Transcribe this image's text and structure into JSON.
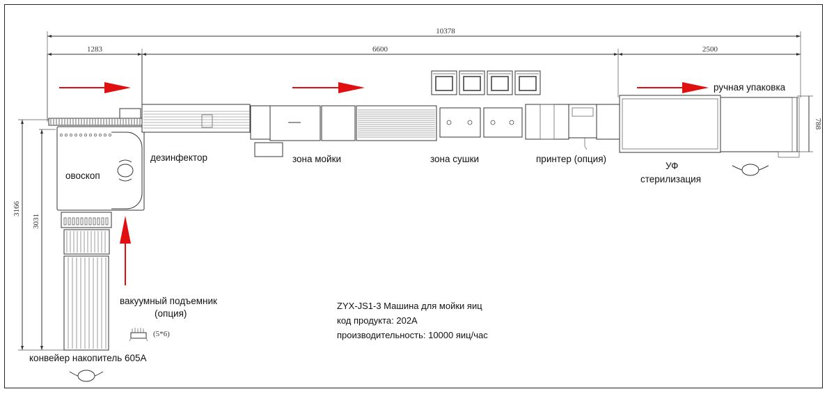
{
  "dimensions": {
    "total_length": "10378",
    "seg_accumulator": "1283",
    "seg_main": "6600",
    "seg_uv": "2500",
    "uv_width": "788",
    "height_total": "3166",
    "height_inner": "3031"
  },
  "labels": {
    "disinfector": "дезинфектор",
    "washing_zone": "зона мойки",
    "drying_zone": "зона сушки",
    "printer": "принтер (опция)",
    "uv_line1": "УФ",
    "uv_line2": "стерилизация",
    "manual_packing": "ручная упаковка",
    "ovoscope": "овоскоп",
    "vacuum_line1": "вакуумный подъемник",
    "vacuum_line2": "(опция)",
    "vacuum_grid": "(5*6)",
    "conveyor": "конвейер накопитель 605А"
  },
  "info": {
    "line1": "ZYX-JS1-3 Машина для мойки яиц",
    "line2": "код продукта: 202А",
    "line3": "производительность: 10000 яиц/час"
  },
  "colors": {
    "arrow": "#e01010",
    "frame": "#222222",
    "line": "#333333"
  },
  "icons": {
    "operator": "operator-icon",
    "arrow": "flow-arrow-icon",
    "vacuum": "vacuum-gripper-icon"
  }
}
